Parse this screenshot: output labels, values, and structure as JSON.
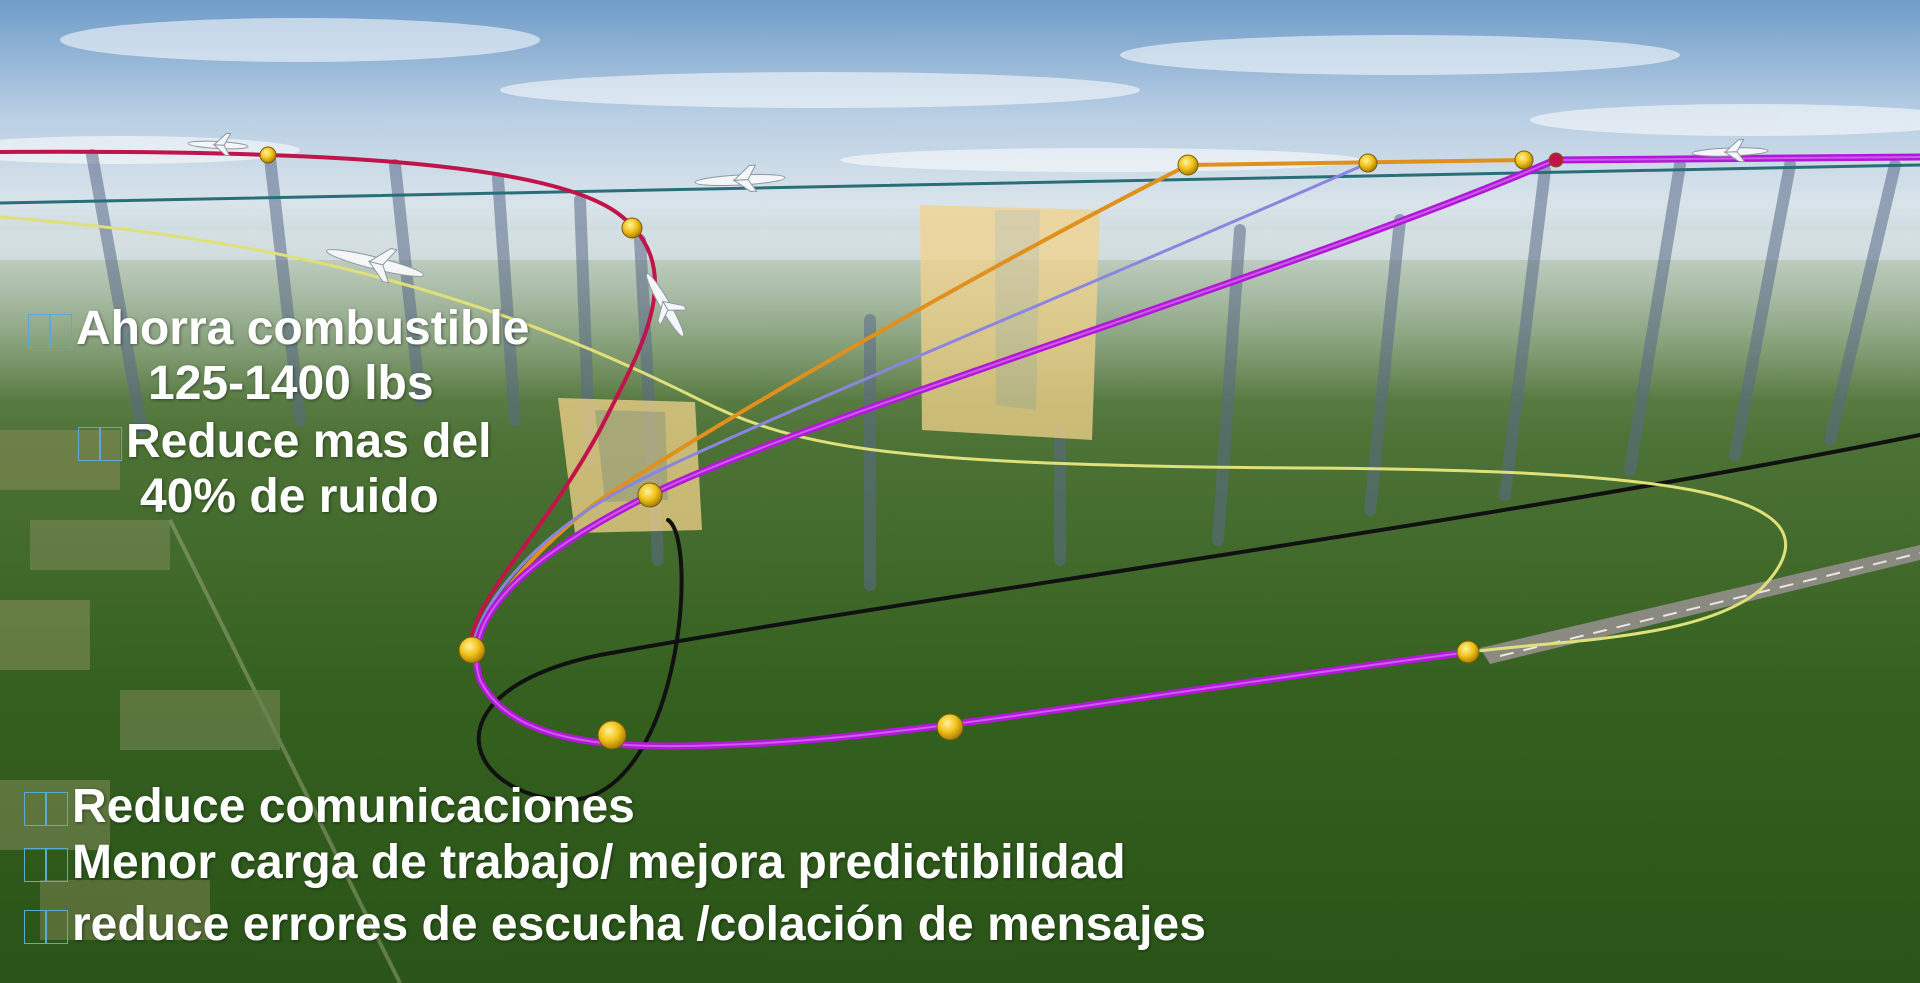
{
  "benefits_top": {
    "fuel": "Ahorra combustible",
    "fuel_amount": "125-1400 lbs",
    "noise_line1": "Reduce mas del",
    "noise_line2": "40% de ruido"
  },
  "benefits_bottom": [
    "Reduce comunicaciones",
    "Menor carga de trabajo/ mejora predictibilidad",
    "reduce errores de escucha /colación de mensajes"
  ],
  "bullet_glyph": "missing-glyph-box",
  "colors": {
    "text": "#ffffff",
    "sky": "#8fb4d8",
    "ground": "#2f5a1e",
    "path_magenta": "#b01ad6",
    "path_orange": "#e0901c",
    "path_blue": "#8a86e0",
    "path_crimson": "#c0144a",
    "path_yellow": "#dfe07a",
    "path_teal": "#2a6e78",
    "path_black": "#111111",
    "waypoint": "#f2c21a",
    "restricted_block": "#f3d38c"
  }
}
